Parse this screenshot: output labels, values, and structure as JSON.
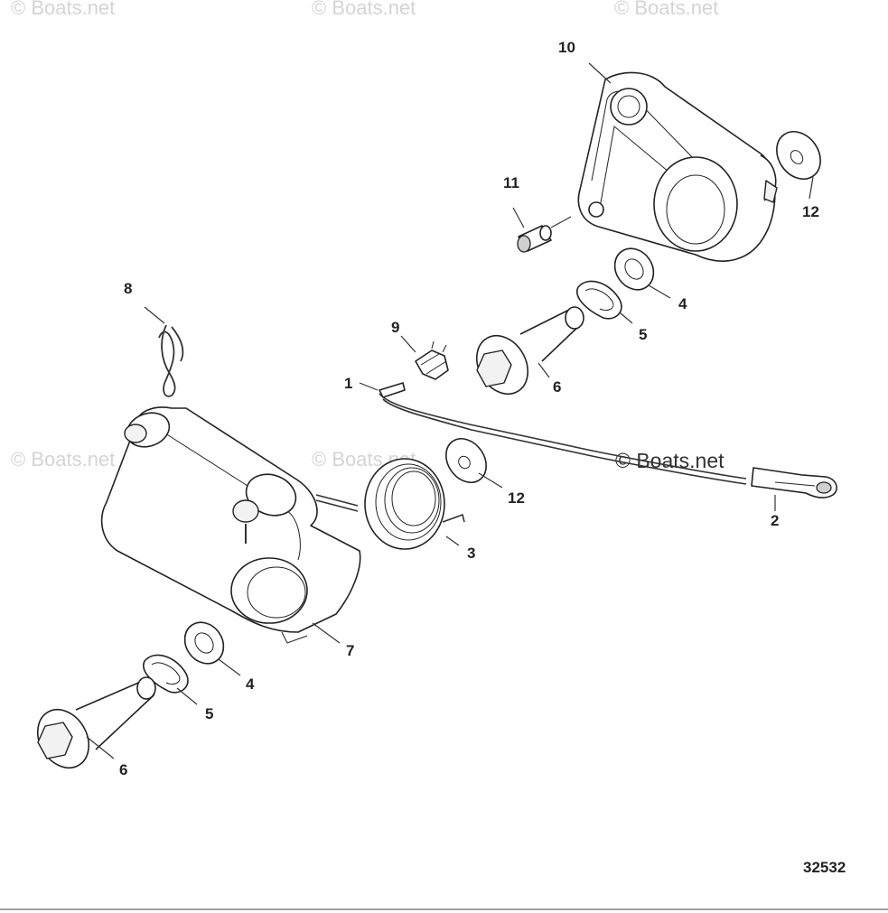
{
  "watermarks": {
    "top_left": "© Boats.net",
    "top_center": "© Boats.net",
    "top_right": "© Boats.net",
    "mid_left": "© Boats.net",
    "mid_center": "© Boats.net",
    "rod_label": "© Boats.net"
  },
  "callouts": {
    "c1": "1",
    "c2": "2",
    "c3": "3",
    "c4a": "4",
    "c4b": "4",
    "c5a": "5",
    "c5b": "5",
    "c6a": "6",
    "c6b": "6",
    "c7": "7",
    "c8": "8",
    "c9": "9",
    "c10": "10",
    "c11": "11",
    "c12a": "12",
    "c12b": "12"
  },
  "figure_number": "32532",
  "colors": {
    "line": "#222222",
    "watermark": "#d4d4d4"
  }
}
